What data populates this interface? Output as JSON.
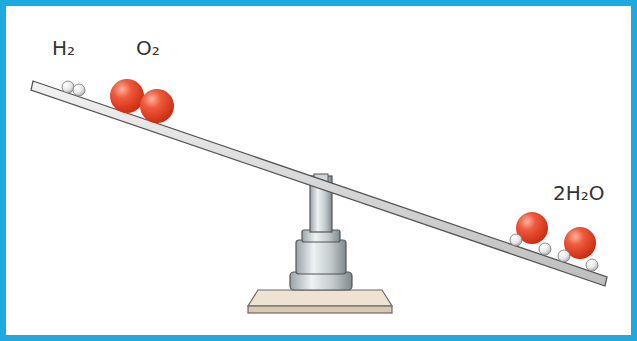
{
  "diagram": {
    "labels": [
      "H₂",
      "O₂",
      "2H₂O"
    ]
  }
}
